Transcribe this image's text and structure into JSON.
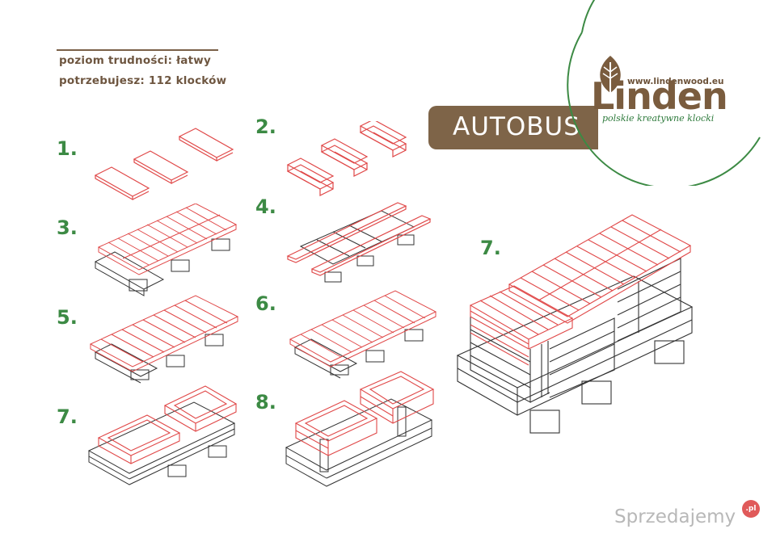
{
  "info": {
    "difficulty": "poziom trudności: łatwy",
    "blocks_needed": "potrzebujesz: 112 klocków"
  },
  "title": "AUTOBUS",
  "logo": {
    "url": "www.lindenwood.eu",
    "brand": "Linden",
    "tagline": "polskie kreatywne klocki"
  },
  "steps": [
    {
      "label": "1."
    },
    {
      "label": "2."
    },
    {
      "label": "3."
    },
    {
      "label": "4."
    },
    {
      "label": "5."
    },
    {
      "label": "6."
    },
    {
      "label": "7."
    },
    {
      "label": "8."
    }
  ],
  "final_step": {
    "label": "7."
  },
  "watermark": {
    "text": "Sprzedajemy",
    "badge": ".pl"
  },
  "colors": {
    "accent": "#e04848",
    "brand_brown": "#7e6448",
    "step_green": "#3c8a44",
    "line": "#333333"
  }
}
